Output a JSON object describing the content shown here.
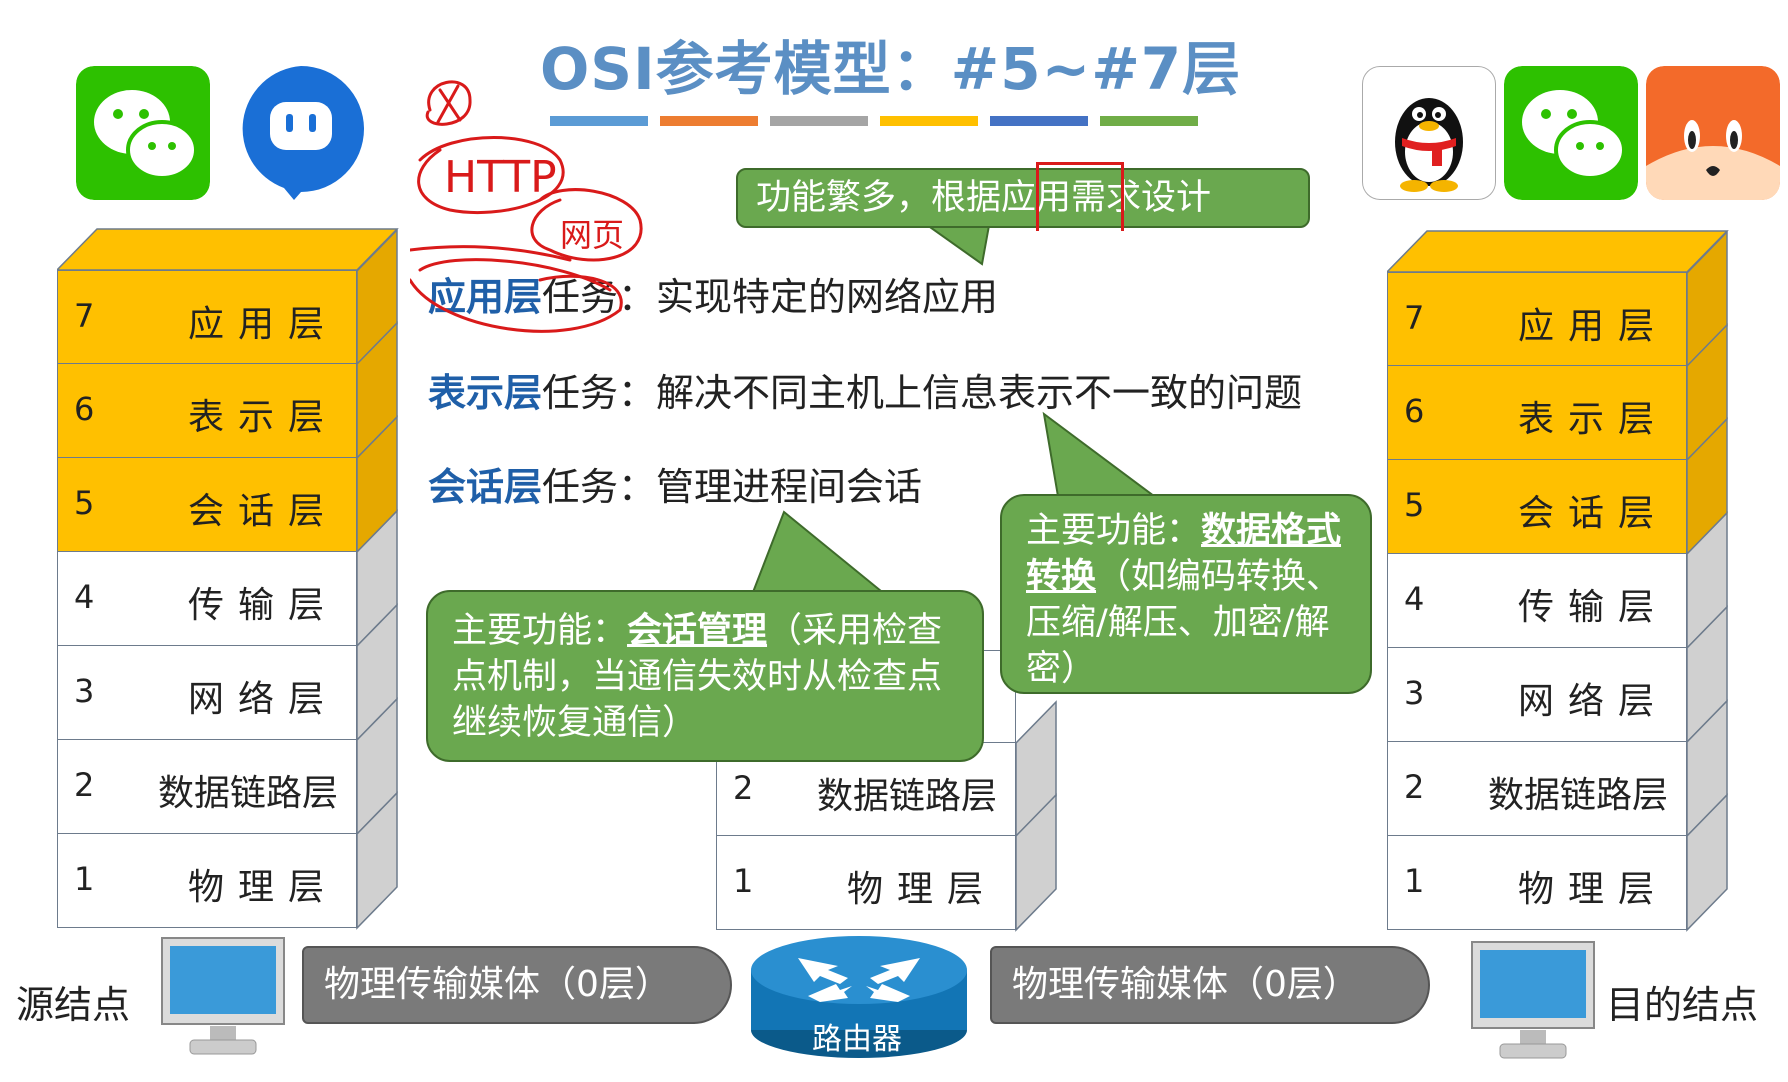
{
  "title": "OSI参考模型：#5~#7层",
  "color_bars": [
    "#5b9bd5",
    "#ed7d31",
    "#a5a5a5",
    "#ffc000",
    "#4472c4",
    "#70ad47"
  ],
  "colors": {
    "layer_top_fill": "#ffc000",
    "layer_top_side": "#e5a800",
    "layer_low_fill": "#ffffff",
    "layer_low_side": "#d0d0d0",
    "callout_green": "#6aa84f",
    "title_blue": "#5b8fc4"
  },
  "left_apps": [
    "wechat-icon",
    "chat-bubble-icon"
  ],
  "right_apps": [
    "qq-penguin-icon",
    "wechat-icon",
    "fox-app-icon"
  ],
  "left_stack": [
    {
      "num": "7",
      "name": "应用层",
      "highlight": true
    },
    {
      "num": "6",
      "name": "表示层",
      "highlight": true
    },
    {
      "num": "5",
      "name": "会话层",
      "highlight": true
    },
    {
      "num": "4",
      "name": "传输层",
      "highlight": false
    },
    {
      "num": "3",
      "name": "网络层",
      "highlight": false
    },
    {
      "num": "2",
      "name": "数据链路层",
      "highlight": false
    },
    {
      "num": "1",
      "name": "物理层",
      "highlight": false
    }
  ],
  "right_stack": [
    {
      "num": "7",
      "name": "应用层",
      "highlight": true
    },
    {
      "num": "6",
      "name": "表示层",
      "highlight": true
    },
    {
      "num": "5",
      "name": "会话层",
      "highlight": true
    },
    {
      "num": "4",
      "name": "传输层",
      "highlight": false
    },
    {
      "num": "3",
      "name": "网络层",
      "highlight": false
    },
    {
      "num": "2",
      "name": "数据链路层",
      "highlight": false
    },
    {
      "num": "1",
      "name": "物理层",
      "highlight": false
    }
  ],
  "middle_stack": [
    {
      "num": "2",
      "name": "数据链路层"
    },
    {
      "num": "1",
      "name": "物理层"
    }
  ],
  "tasks": {
    "app": {
      "layer": "应用层",
      "label": "任务：",
      "text": "实现特定的网络应用"
    },
    "pres": {
      "layer": "表示层",
      "label": "任务：",
      "text": "解决不同主机上信息表示不一致的问题"
    },
    "sess": {
      "layer": "会话层",
      "label": "任务：",
      "text": "管理进程间会话"
    }
  },
  "callouts": {
    "app": "功能繁多，根据应用需求设计",
    "sess": {
      "prefix": "主要功能：",
      "key": "会话管理",
      "rest": "（采用检查点机制，当通信失效时从检查点继续恢复通信）"
    },
    "pres": {
      "prefix": "主要功能：",
      "key": "数据格式转换",
      "rest": "（如编码转换、压缩/解压、加密/解密）"
    }
  },
  "bottom": {
    "source": "源结点",
    "dest": "目的结点",
    "medium_left": "物理传输媒体（0层）",
    "medium_right": "物理传输媒体（0层）",
    "router": "路由器"
  },
  "annotations": [
    "HTTP",
    "网页"
  ]
}
